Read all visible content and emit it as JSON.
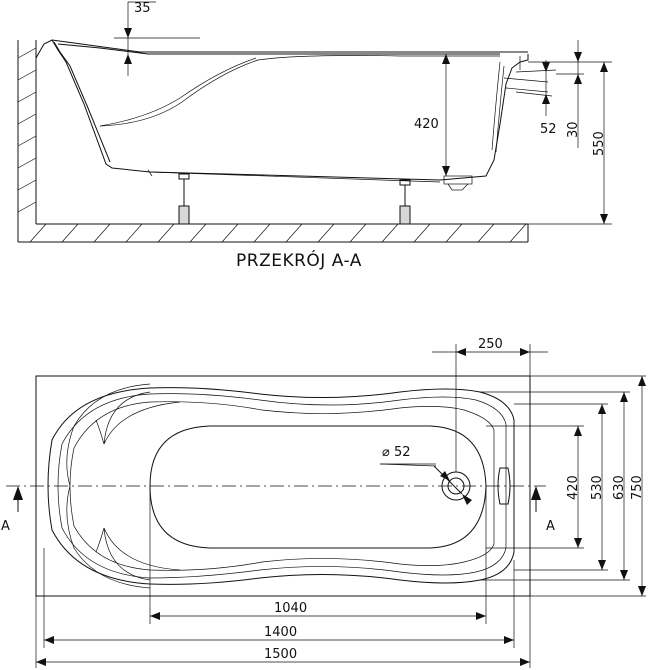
{
  "section": {
    "title": "PRZEKRÓJ A-A",
    "dims": {
      "rim_offset": "35",
      "depth": "420",
      "overflow_diameter": "52",
      "overflow_height": "30",
      "total_height": "550"
    }
  },
  "plan": {
    "dims": {
      "drain_offset": "250",
      "drain_diameter": "⌀ 52",
      "inner_width": "420",
      "mid_width": "530",
      "outer_width": "630",
      "total_width": "750",
      "inner_length": "1040",
      "mid_length": "1400",
      "total_length": "1500"
    },
    "section_marker_left": "A",
    "section_marker_right": "A"
  }
}
